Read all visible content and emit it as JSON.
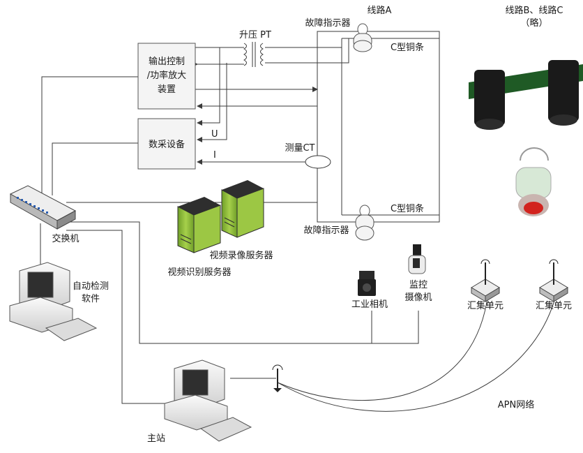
{
  "labels": {
    "line_a": "线路A",
    "lines_bc": "线路B、线路C",
    "omitted": "（略）",
    "fault_indicator_top": "故障指示器",
    "fault_indicator_bottom": "故障指示器",
    "step_up_pt": "升压 PT",
    "c_copper_top": "C型铜条",
    "c_copper_bottom": "C型铜条",
    "output_control": "输出控制\n/功率放大\n装置",
    "daq": "数采设备",
    "u": "U",
    "i": "I",
    "measure_ct": "测量CT",
    "switch": "交换机",
    "video_record_server": "视频录像服务器",
    "video_recog_server": "视频识别服务器",
    "auto_detect_software": "自动检测\n软件",
    "industrial_camera": "工业相机",
    "monitor_camera": "监控\n摄像机",
    "aggregation_unit_1": "汇集单元",
    "aggregation_unit_2": "汇集单元",
    "apn_network": "APN网络",
    "master_station": "主站"
  },
  "colors": {
    "server_green": "#8fbf3a",
    "server_dark": "#2e2e2e",
    "line_color": "#3a3a3a",
    "box_fill": "#f4f4f4",
    "indicator_red": "#d2231e",
    "busbar_green": "#1f5a25"
  }
}
